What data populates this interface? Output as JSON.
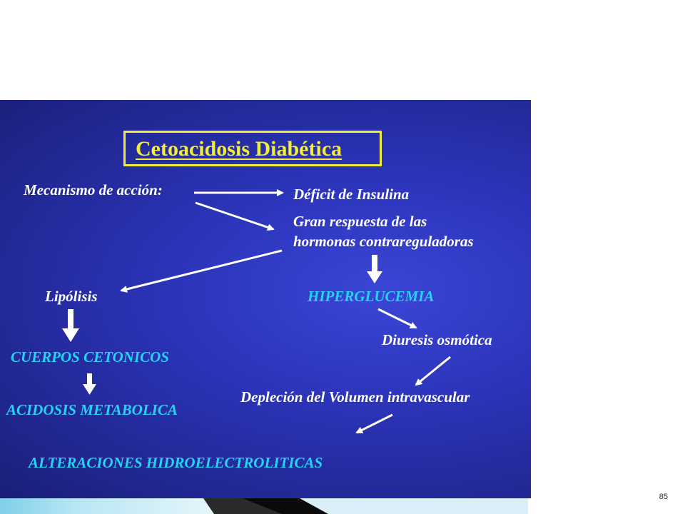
{
  "slide": {
    "title": "Cetoacidosis Diabética",
    "mechanism_label": "Mecanismo de acción:",
    "insulin_deficit": "Déficit de Insulina",
    "hormones_line1": "Gran respuesta de las",
    "hormones_line2": "hormonas contrareguladoras",
    "lipolysis": "Lipólisis",
    "hyperglycemia": "HIPERGLUCEMIA",
    "osmotic_diuresis": "Diuresis osmótica",
    "volume_depletion": "Depleción del Volumen intravascular",
    "ketone_bodies": "CUERPOS CETONICOS",
    "metabolic_acidosis": "ACIDOSIS METABOLICA",
    "electrolyte_alterations": "ALTERACIONES HIDROELECTROLITICAS"
  },
  "colors": {
    "title": "#f2ec3a",
    "highlight": "#26d3f5",
    "text": "#ffffff",
    "background": "#2c34ba"
  },
  "footer": {
    "page_number": "85"
  }
}
